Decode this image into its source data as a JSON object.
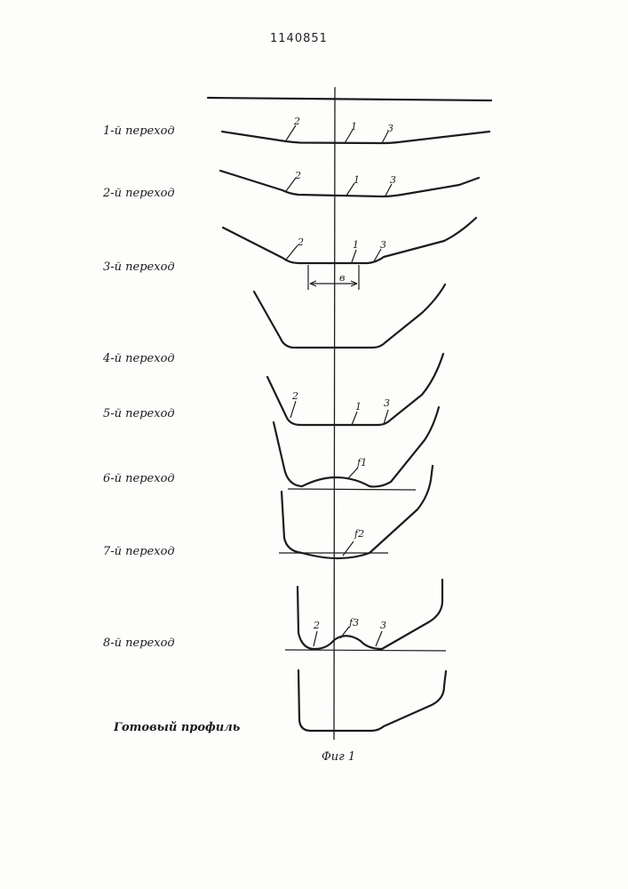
{
  "document": {
    "patent_number": "1140851",
    "figure_caption": "Фиг 1"
  },
  "stages": [
    {
      "label": "1-й переход"
    },
    {
      "label": "2-й переход"
    },
    {
      "label": "3-й переход"
    },
    {
      "label": "4-й переход"
    },
    {
      "label": "5-й переход"
    },
    {
      "label": "6-й переход"
    },
    {
      "label": "7-й переход"
    },
    {
      "label": "8-й переход"
    }
  ],
  "final_profile_label": "Готовый профиль",
  "markers": {
    "one": "1",
    "two": "2",
    "three": "3",
    "width": "в",
    "f1": "f1",
    "f2": "f2",
    "f3": "f3"
  }
}
